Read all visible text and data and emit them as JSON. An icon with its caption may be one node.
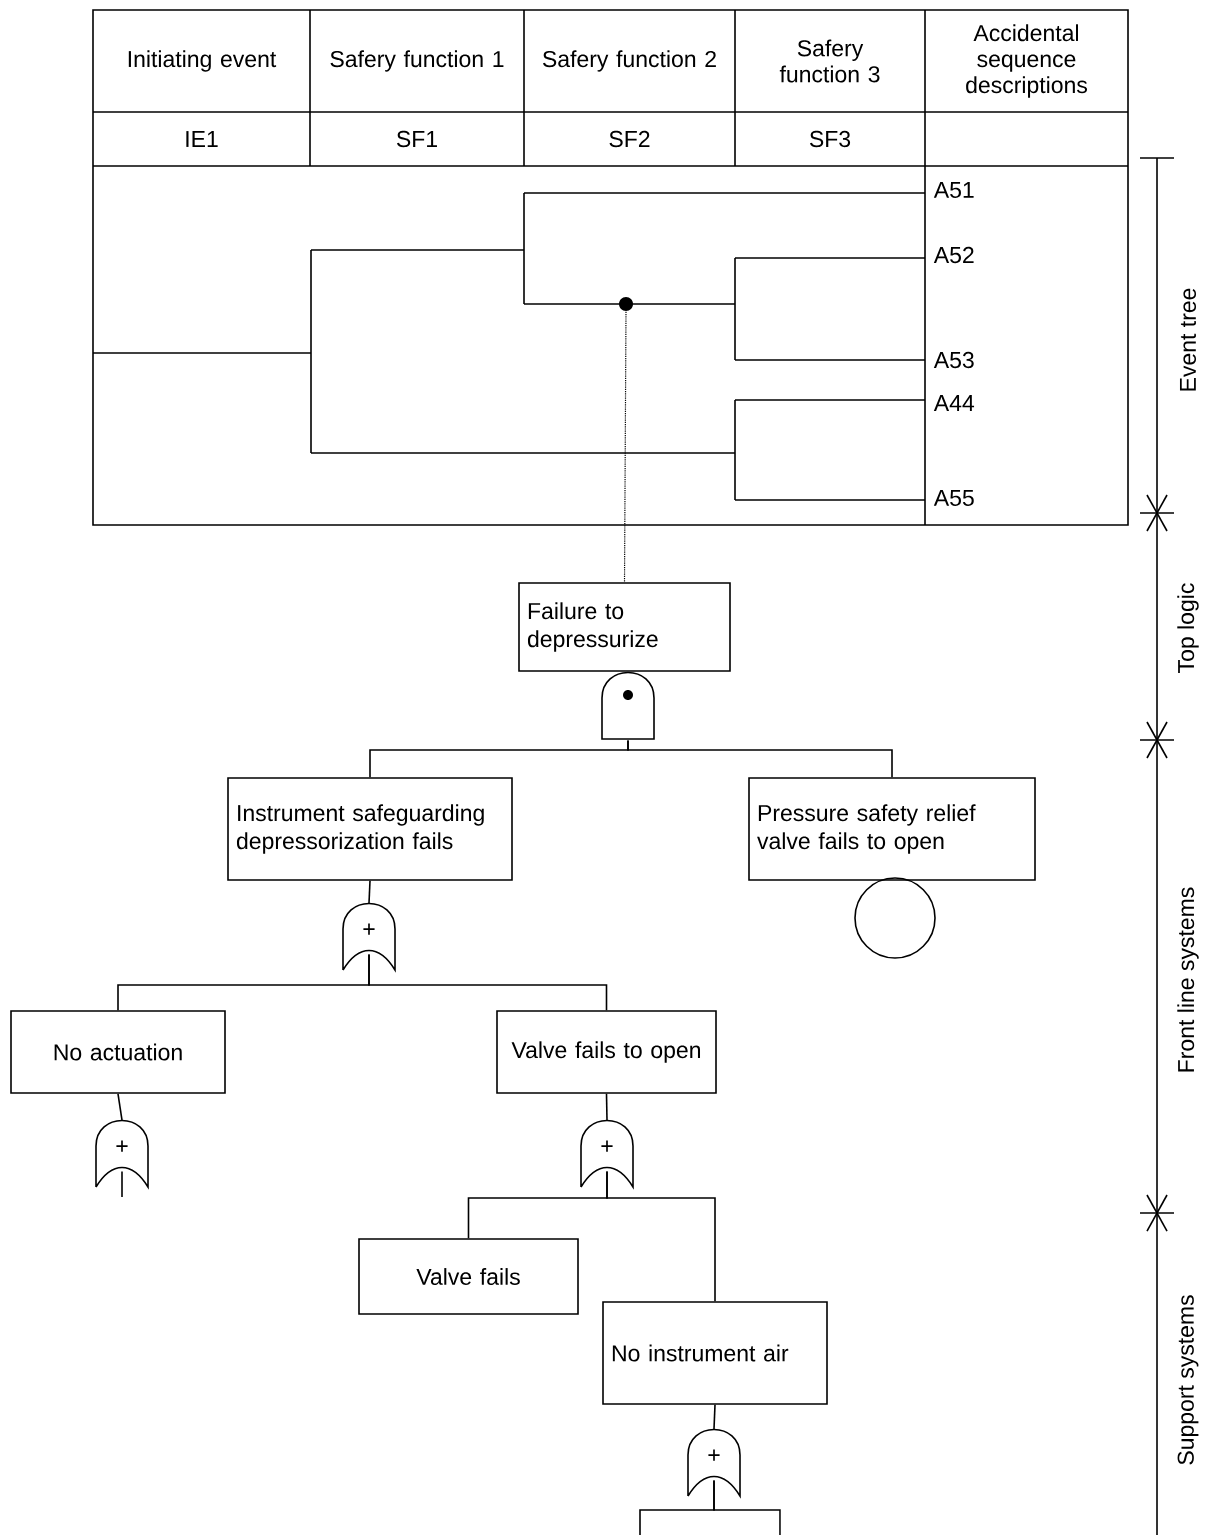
{
  "diagram": {
    "nodes": [
      {
        "text": [],
        "shape": "circle"
      },
      {
        "text": [
          "Failure to depressurize"
        ]
      },
      {
        "text": [],
        "shape": "gate"
      },
      {
        "text": [
          "Instrument safeguarding depressorization fails"
        ]
      },
      {
        "text": [
          "Pressure safety relief valve fails to open"
        ]
      },
      {
        "text": [],
        "shape": "circle"
      },
      {
        "text": [
          "+"
        ]
      },
      {
        "text": [
          "No actuation"
        ]
      },
      {
        "text": [
          "Valve fails to open"
        ]
      },
      {
        "text": [
          "+"
        ]
      },
      {
        "text": [
          "+"
        ]
      },
      {
        "text": [
          "Valve fails"
        ]
      },
      {
        "text": [
          "No instrument air"
        ]
      },
      {
        "text": [
          "+"
        ]
      }
    ],
    "edges": [
      {
        "from": 0,
        "to": 1,
        "arrow": "none",
        "style": "dashed"
      },
      {
        "from": 2,
        "to": 3,
        "arrow": "none"
      },
      {
        "from": 2,
        "to": 4,
        "arrow": "none"
      },
      {
        "from": 3,
        "to": 6,
        "arrow": "none"
      },
      {
        "from": 6,
        "to": 7,
        "arrow": "none"
      },
      {
        "from": 6,
        "to": 8,
        "arrow": "none"
      },
      {
        "from": 7,
        "to": 9,
        "arrow": "none"
      },
      {
        "from": 8,
        "to": 10,
        "arrow": "none"
      },
      {
        "from": 9,
        "to": null,
        "arrow": "none"
      },
      {
        "from": 10,
        "to": 11,
        "arrow": "none"
      },
      {
        "from": 10,
        "to": 12,
        "arrow": "none"
      },
      {
        "from": 12,
        "to": 13,
        "arrow": "none"
      },
      {
        "from": 13,
        "to": null,
        "arrow": "none"
      },
      {
        "from": 13,
        "to": null,
        "arrow": "none"
      }
    ],
    "labels": [
      "Initiating event",
      "Safery function 1",
      "Safery function 2",
      "Safery function 3",
      "Accidental sequence descriptions",
      "IE1",
      "SF1",
      "SF2",
      "SF3",
      "A51",
      "A52",
      "A53",
      "A44",
      "A55",
      "Event tree",
      "Top logic",
      "Front line systems",
      "Support systems"
    ]
  }
}
